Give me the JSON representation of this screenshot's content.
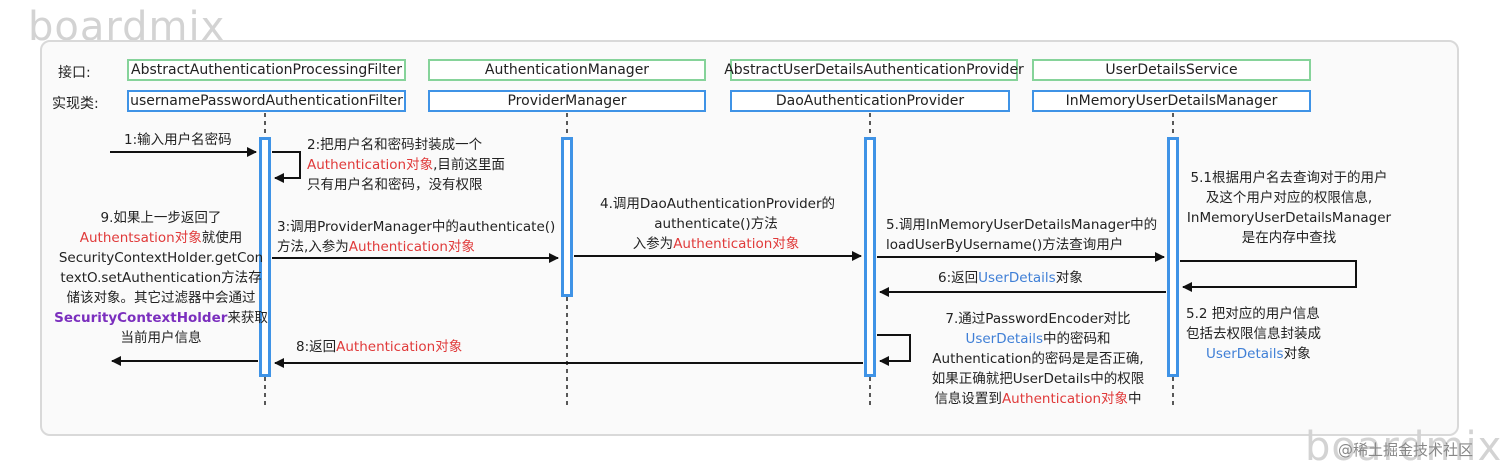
{
  "watermark": {
    "top": "boardmix",
    "bottom": "boardmix"
  },
  "credit": "@稀土掘金技术社区",
  "rows": {
    "interface": "接口:",
    "impl": "实现类:"
  },
  "participants": [
    {
      "interface": "AbstractAuthenticationProcessingFilter",
      "impl": "usernamePasswordAuthenticationFilter"
    },
    {
      "interface": "AuthenticationManager",
      "impl": "ProviderManager"
    },
    {
      "interface": "AbstractUserDetailsAuthenticationProvider",
      "impl": "DaoAuthenticationProvider"
    },
    {
      "interface": "UserDetailsService",
      "impl": "InMemoryUserDetailsManager"
    }
  ],
  "messages": {
    "m1": "1:输入用户名密码",
    "m2": {
      "l1": "2:把用户名和密码封装成一个",
      "l2a": "Authentication对象",
      "l2b": ",目前这里面",
      "l3": "只有用户名和密码，没有权限"
    },
    "m3": {
      "l1": "3:调用ProviderManager中的authenticate()",
      "l2a": "方法,入参为",
      "l2b": "Authentication对象"
    },
    "m4": {
      "l1": "4.调用DaoAuthenticationProvider的",
      "l2": "authenticate()方法",
      "l3a": "入参为",
      "l3b": "Authentication对象"
    },
    "m5": {
      "l1": "5.调用InMemoryUserDetailsManager中的",
      "l2": "loadUserByUsername()方法查询用户"
    },
    "m51": {
      "l1": "5.1根据用户名去查询对于的用户",
      "l2": "及这个用户对应的权限信息,",
      "l3": "InMemoryUserDetailsManager",
      "l4": "是在内存中查找"
    },
    "m52": {
      "l1": "5.2 把对应的用户信息",
      "l2": "包括去权限信息封装成",
      "l3a": "UserDetails",
      "l3b": "对象"
    },
    "m6": {
      "a": "6:返回",
      "b": "UserDetails",
      "c": "对象"
    },
    "m7": {
      "l1": "7.通过PasswordEncoder对比",
      "l2a": "UserDetails",
      "l2b": "中的密码和",
      "l3": "Authentication的密码是是否正确,",
      "l4": "如果正确就把UserDetails中的权限",
      "l5a": "信息设置到",
      "l5b": "Authentication对象",
      "l5c": "中"
    },
    "m8": {
      "a": "8:返回",
      "b": "Authentication对象"
    },
    "m9": {
      "l1": "9.如果上一步返回了",
      "l2a": "Authentsation对象",
      "l2b": "就使用",
      "l3": "SecurityContextHolder.getCon",
      "l4": "textO.setAuthentication方法存",
      "l5": "储该对象。其它过滤器中会通过",
      "l6a": "SecurityContextHolder",
      "l6b": "来获取",
      "l7": "当前用户信息"
    }
  },
  "colors": {
    "interface_border": "#86d39a",
    "impl_border": "#3f93e6",
    "highlight_red": "#e03a3a",
    "highlight_blue": "#3f7fd6",
    "highlight_purple": "#7b2fbe"
  }
}
